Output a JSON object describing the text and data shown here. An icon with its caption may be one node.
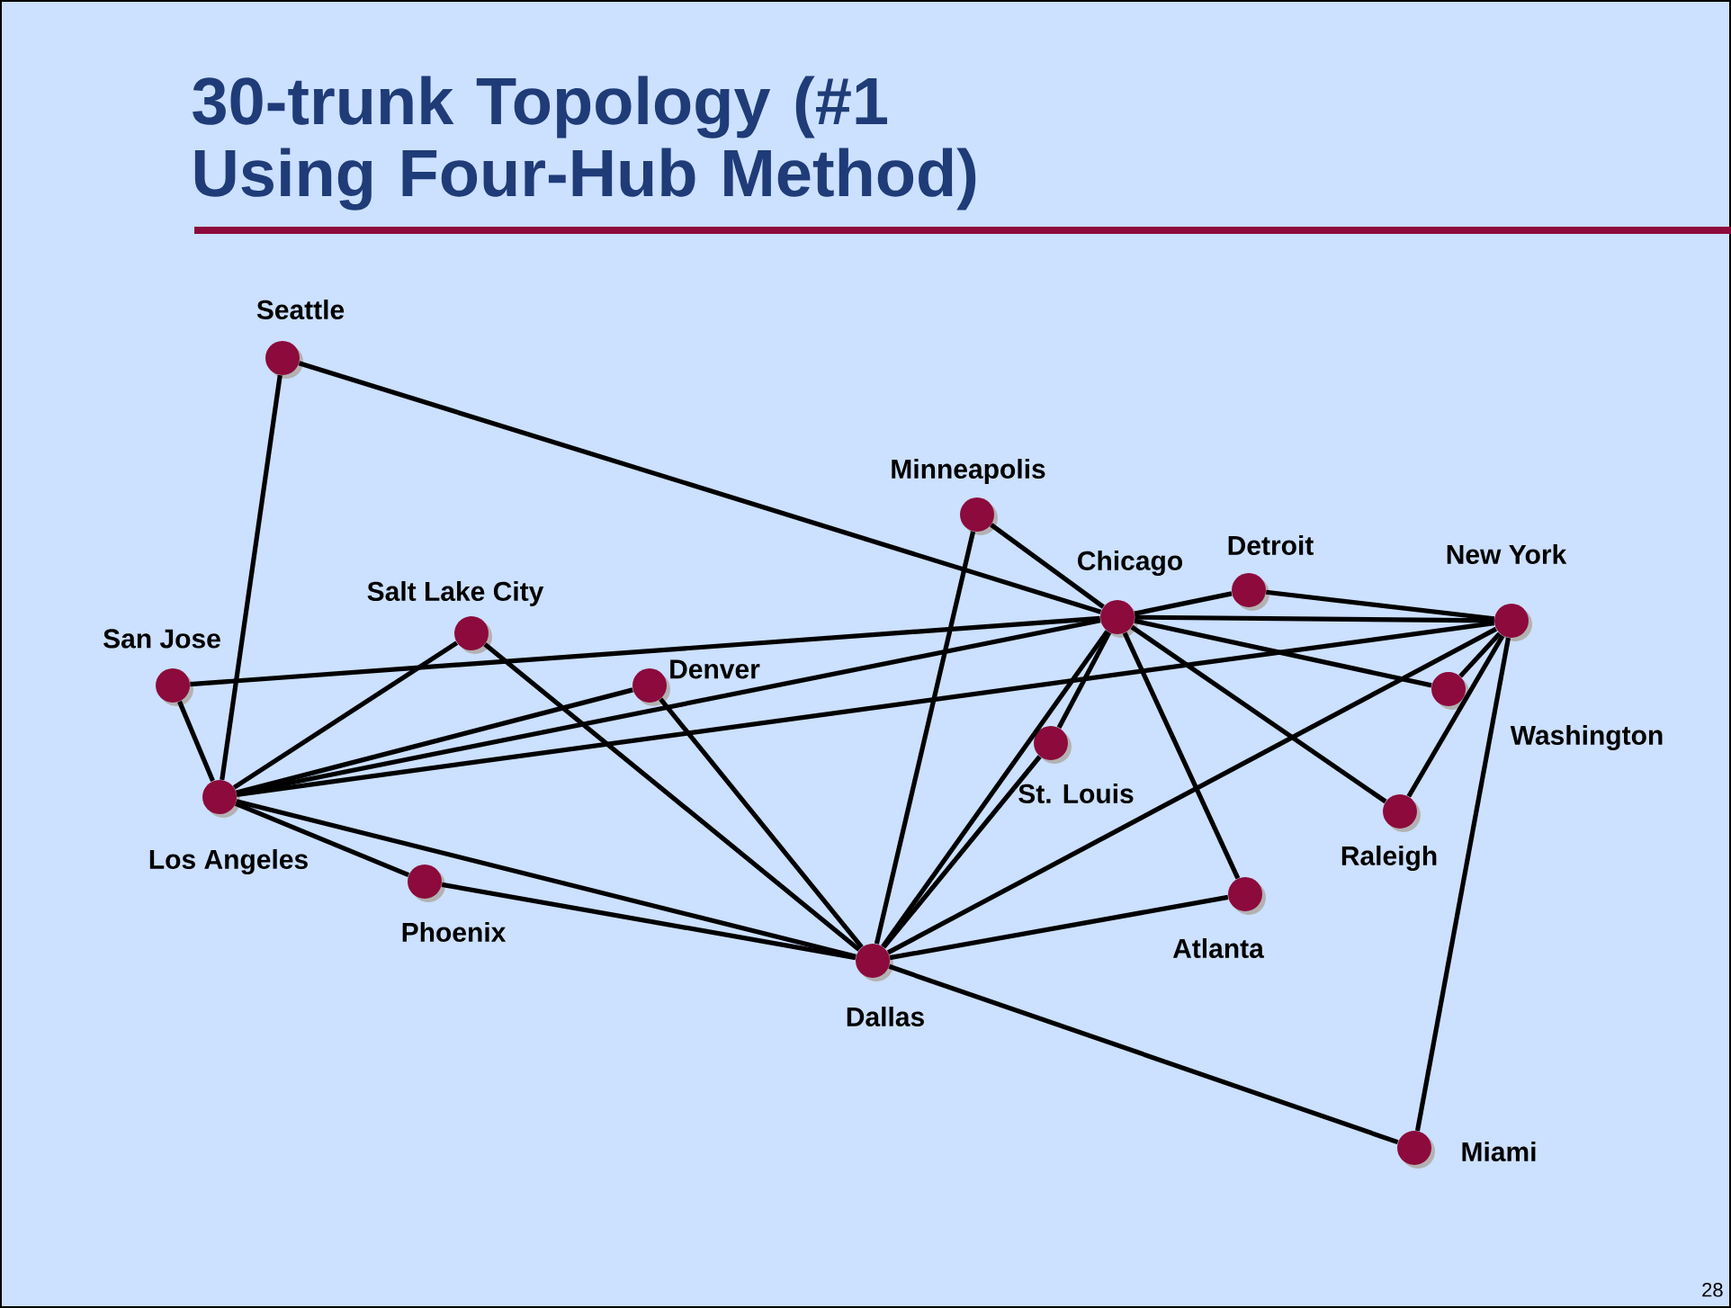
{
  "diagram": {
    "title": "30-trunk Topology (#1 Using Four-Hub Method)",
    "nodes": [
      {
        "text": [
          "Seattle"
        ]
      },
      {
        "text": [
          "Minneapolis"
        ]
      },
      {
        "text": [
          "Chicago"
        ]
      },
      {
        "text": [
          "Detroit"
        ]
      },
      {
        "text": [
          "New York"
        ]
      },
      {
        "text": [
          "San Jose"
        ]
      },
      {
        "text": [
          "Salt Lake City"
        ]
      },
      {
        "text": [
          "Denver"
        ]
      },
      {
        "text": [
          "Washington"
        ]
      },
      {
        "text": [
          "Los Angeles"
        ]
      },
      {
        "text": [
          "St. Louis"
        ]
      },
      {
        "text": [
          "Raleigh"
        ]
      },
      {
        "text": [
          "Phoenix"
        ]
      },
      {
        "text": [
          "Atlanta"
        ]
      },
      {
        "text": [
          "Dallas"
        ]
      },
      {
        "text": [
          "Miami"
        ]
      }
    ],
    "edges": [
      {
        "from": 0,
        "to": 2,
        "arrow": "none"
      },
      {
        "from": 0,
        "to": 9,
        "arrow": "none"
      },
      {
        "from": 1,
        "to": 2,
        "arrow": "none"
      },
      {
        "from": 1,
        "to": 14,
        "arrow": "none"
      },
      {
        "from": 2,
        "to": 3,
        "arrow": "none"
      },
      {
        "from": 3,
        "to": 4,
        "arrow": "none"
      },
      {
        "from": 2,
        "to": 4,
        "arrow": "none"
      },
      {
        "from": 5,
        "to": 2,
        "arrow": "none"
      },
      {
        "from": 5,
        "to": 9,
        "arrow": "none"
      },
      {
        "from": 6,
        "to": 9,
        "arrow": "none"
      },
      {
        "from": 6,
        "to": 14,
        "arrow": "none"
      },
      {
        "from": 7,
        "to": 9,
        "arrow": "none"
      },
      {
        "from": 7,
        "to": 14,
        "arrow": "none"
      },
      {
        "from": 9,
        "to": 2,
        "arrow": "none"
      },
      {
        "from": 9,
        "to": 4,
        "arrow": "none"
      },
      {
        "from": 9,
        "to": 12,
        "arrow": "none"
      },
      {
        "from": 12,
        "to": 14,
        "arrow": "none"
      },
      {
        "from": 9,
        "to": 14,
        "arrow": "none"
      },
      {
        "from": 2,
        "to": 8,
        "arrow": "none"
      },
      {
        "from": 2,
        "to": 11,
        "arrow": "none"
      },
      {
        "from": 2,
        "to": 13,
        "arrow": "none"
      },
      {
        "from": 2,
        "to": 10,
        "arrow": "none"
      },
      {
        "from": 2,
        "to": 14,
        "arrow": "none"
      },
      {
        "from": 10,
        "to": 14,
        "arrow": "none"
      },
      {
        "from": 4,
        "to": 8,
        "arrow": "none"
      },
      {
        "from": 4,
        "to": 11,
        "arrow": "none"
      },
      {
        "from": 4,
        "to": 15,
        "arrow": "none"
      },
      {
        "from": 4,
        "to": 14,
        "arrow": "none"
      },
      {
        "from": 14,
        "to": 13,
        "arrow": "none"
      },
      {
        "from": 14,
        "to": 15,
        "arrow": "none"
      }
    ],
    "labels": [
      "28"
    ]
  }
}
